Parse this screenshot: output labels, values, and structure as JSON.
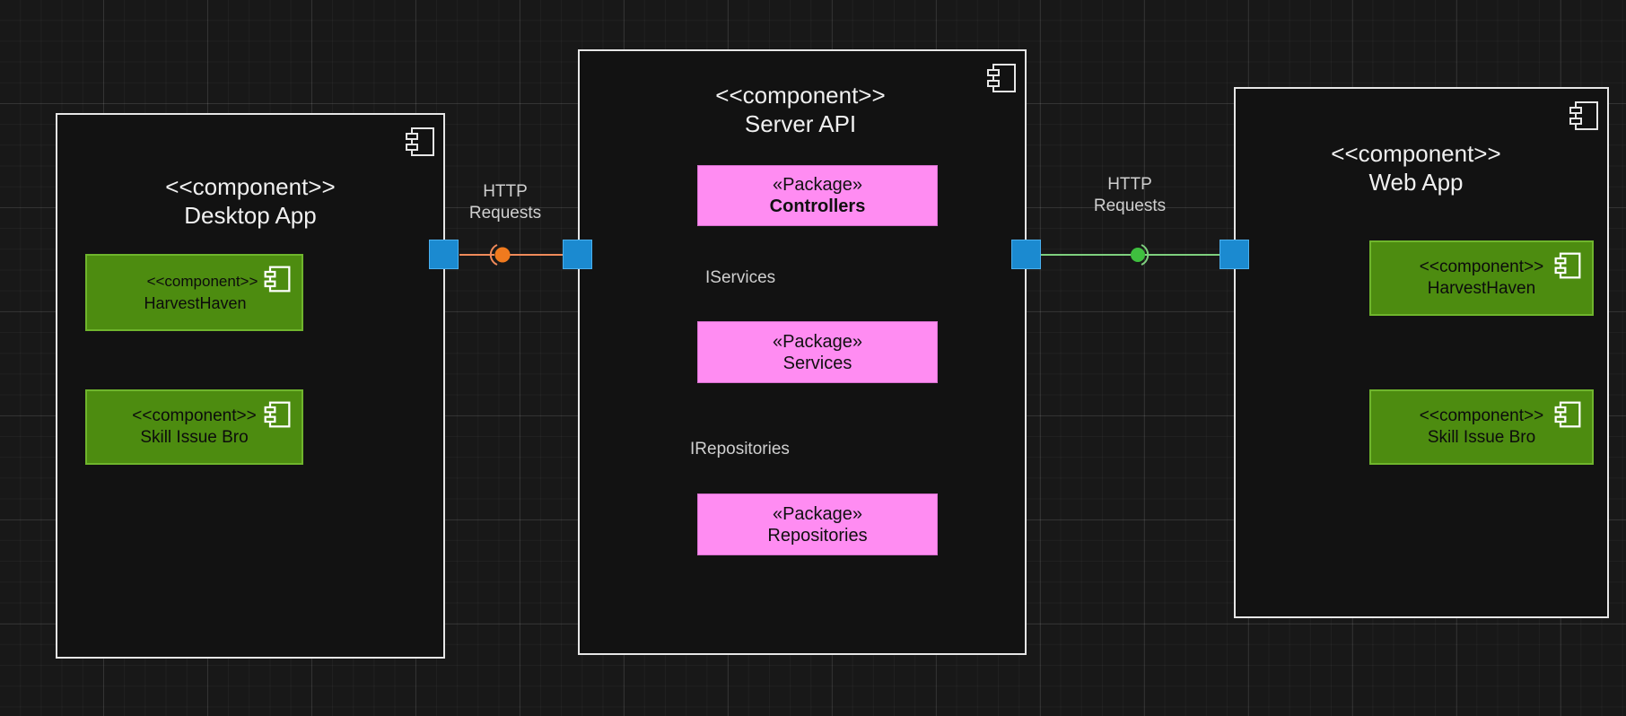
{
  "colors": {
    "background": "#181818",
    "component_fill": "#121212",
    "component_border": "#e6e6e6",
    "subcomponent_fill": "#4d8c10",
    "package_fill": "#ff8cf2",
    "port_fill": "#1b8ad0",
    "desktop_link": "#f08a5a",
    "web_link": "#7ed07e",
    "provided_interface_orange": "#f07a1e",
    "provided_interface_green": "#3fbf3f"
  },
  "components": {
    "desktop": {
      "stereotype": "<<component>>",
      "name": "Desktop App",
      "icon": "component-icon",
      "parts": [
        {
          "stereotype": "<<component>>",
          "name": "HarvestHaven",
          "icon": "component-icon"
        },
        {
          "stereotype": "<<component>>",
          "name": "Skill Issue Bro",
          "icon": "component-icon"
        }
      ]
    },
    "server": {
      "stereotype": "<<component>>",
      "name": "Server API",
      "icon": "component-icon",
      "packages": [
        {
          "stereotype": "«Package»",
          "name": "Controllers"
        },
        {
          "stereotype": "«Package»",
          "name": "Services"
        },
        {
          "stereotype": "«Package»",
          "name": "Repositories"
        }
      ],
      "interfaces": [
        "IServices",
        "IRepositories"
      ]
    },
    "web": {
      "stereotype": "<<component>>",
      "name": "Web App",
      "icon": "component-icon",
      "parts": [
        {
          "stereotype": "<<component>>",
          "name": "HarvestHaven",
          "icon": "component-icon"
        },
        {
          "stereotype": "<<component>>",
          "name": "Skill Issue Bro",
          "icon": "component-icon"
        }
      ]
    }
  },
  "connections": {
    "desktop_to_server": {
      "line1": "HTTP",
      "line2": "Requests"
    },
    "server_to_web": {
      "line1": "HTTP",
      "line2": "Requests"
    }
  }
}
